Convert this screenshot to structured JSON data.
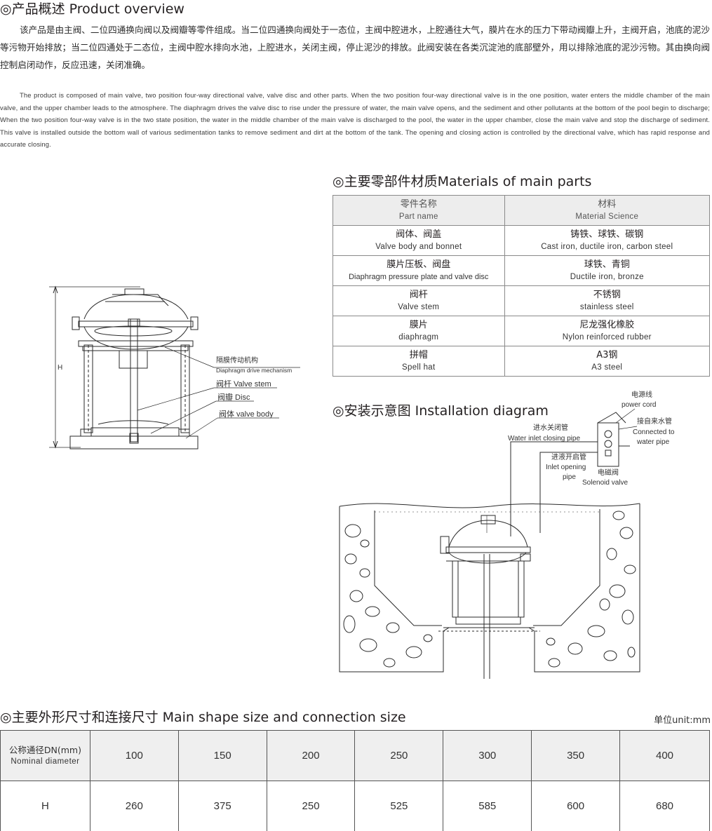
{
  "overview": {
    "title": "◎产品概述 Product overview",
    "cn_text": "该产品是由主阀、二位四通换向阀以及阀瓣等零件组成。当二位四通换向阀处于一态位，主阀中腔进水，上腔通往大气，膜片在水的压力下带动阀瓣上升，主阀开启，池底的泥沙等污物开始排放；当二位四通处于二态位，主阀中腔水排向水池，上腔进水，关闭主阀，停止泥沙的排放。此阀安装在各类沉淀池的底部壁外，用以排除池底的泥沙污物。其由换向阀控制启闭动作，反应迅速，关闭准确。",
    "en_text": "The product is composed of main valve, two position four-way directional valve, valve disc and other parts. When the two position four-way directional valve is in the one position, water enters the middle chamber of the main valve, and the upper chamber leads to the atmosphere. The diaphragm drives the valve disc to rise under the pressure of water, the main valve opens, and the sediment and other pollutants at the bottom of the pool begin to discharge; When the two position four-way valve is in the two state position, the water in the middle chamber of the main valve is discharged to the pool, the water in the upper chamber, close the main valve and stop the discharge of sediment. This valve is installed outside the bottom wall of various sedimentation tanks to remove sediment and dirt at the bottom of the tank. The opening and closing action is controlled by the directional valve, which has rapid response and accurate closing."
  },
  "valve_drawing": {
    "dimension_label": "H",
    "labels": {
      "mechanism_cn": "隔膜传动机构",
      "mechanism_en": "Diaphragm drive mechanism",
      "stem": "阀杆 Valve stem",
      "disc": "阀瓣 Disc",
      "body": "阀体 valve body"
    }
  },
  "materials": {
    "title": "◎主要零部件材质Materials of main parts",
    "header": {
      "part_cn": "零件名称",
      "part_en": "Part name",
      "material_cn": "材料",
      "material_en": "Material Science"
    },
    "rows": [
      {
        "part_cn": "阀体、阀盖",
        "part_en": "Valve body and bonnet",
        "material_cn": "铸铁、球铁、碳钢",
        "material_en": "Cast iron, ductile iron, carbon steel"
      },
      {
        "part_cn": "膜片压板、阀盘",
        "part_en": "Diaphragm pressure plate and valve disc",
        "material_cn": "球铁、青铜",
        "material_en": "Ductile iron, bronze"
      },
      {
        "part_cn": "阀杆",
        "part_en": "Valve stem",
        "material_cn": "不锈钢",
        "material_en": "stainless steel"
      },
      {
        "part_cn": "膜片",
        "part_en": "diaphragm",
        "material_cn": "尼龙强化橡胶",
        "material_en": "Nylon reinforced rubber"
      },
      {
        "part_cn": "拼帽",
        "part_en": "Spell hat",
        "material_cn": "A3钢",
        "material_en": "A3 steel"
      }
    ]
  },
  "installation": {
    "title": "◎安装示意图 Installation diagram",
    "labels": {
      "power_cn": "电源线",
      "power_en": "power cord",
      "water_cn": "接自来水管",
      "water_en1": "Connected to",
      "water_en2": "water pipe",
      "inlet_close_cn": "进水关闭管",
      "inlet_close_en": "Water inlet closing pipe",
      "inlet_open_cn": "进液开启管",
      "inlet_open_en1": "Inlet opening",
      "inlet_open_en2": "pipe",
      "solenoid_cn": "电磁阀",
      "solenoid_en": "Solenoid valve"
    }
  },
  "dimensions": {
    "title": "◎主要外形尺寸和连接尺寸 Main shape size and connection size",
    "unit": "单位unit:mm",
    "row1_label_cn": "公称通径DN(mm)",
    "row1_label_en": "Nominal diameter",
    "row2_label": "H",
    "dn": [
      "100",
      "150",
      "200",
      "250",
      "300",
      "350",
      "400"
    ],
    "h": [
      "260",
      "375",
      "250",
      "525",
      "585",
      "600",
      "680"
    ]
  }
}
